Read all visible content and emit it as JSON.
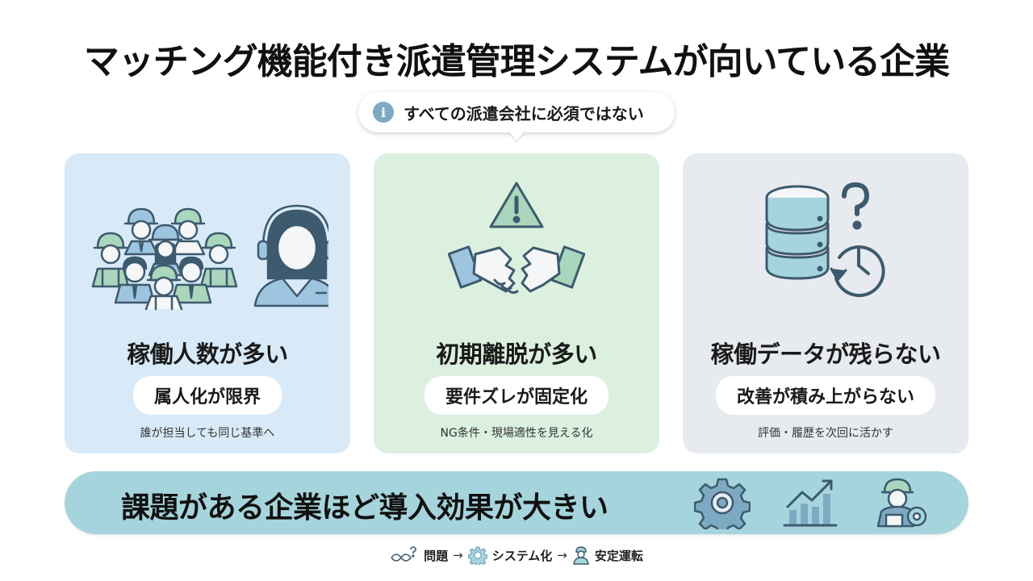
{
  "title": "マッチング機能付き派遣管理システムが向いている企業",
  "callout": {
    "icon": "info-icon",
    "text": "すべての派遣会社に必須ではない"
  },
  "cards": [
    {
      "illustration": "workers-and-operator-icon",
      "heading": "稼働人数が多い",
      "pill": "属人化が限界",
      "sub": "誰が担当しても同じ基準へ",
      "bg": "#d8eaf8"
    },
    {
      "illustration": "warning-broken-handshake-icon",
      "heading": "初期離脱が多い",
      "pill": "要件ズレが固定化",
      "sub": "NG条件・現場適性を見える化",
      "bg": "#dcf0e0"
    },
    {
      "illustration": "database-history-question-icon",
      "heading": "稼働データが残らない",
      "pill": "改善が積み上がらない",
      "sub": "評価・履歴を次回に活かす",
      "bg": "#e7eaee"
    }
  ],
  "banner": {
    "text": "課題がある企業ほど導入効果が大きい",
    "icons": [
      "gear-icon",
      "growth-chart-icon",
      "worker-gear-icon"
    ],
    "bg": "#a6d4dc"
  },
  "flow": {
    "steps": [
      {
        "icon": "tangled-question-icon",
        "label": "問題"
      },
      {
        "icon": "gear-icon",
        "label": "システム化"
      },
      {
        "icon": "worker-icon",
        "label": "安定運転"
      }
    ],
    "arrow": "→"
  },
  "colors": {
    "stroke": "#3d5a6e",
    "blue": "#9ec5df",
    "green": "#a9d6bd",
    "teal": "#a6d4dc"
  }
}
